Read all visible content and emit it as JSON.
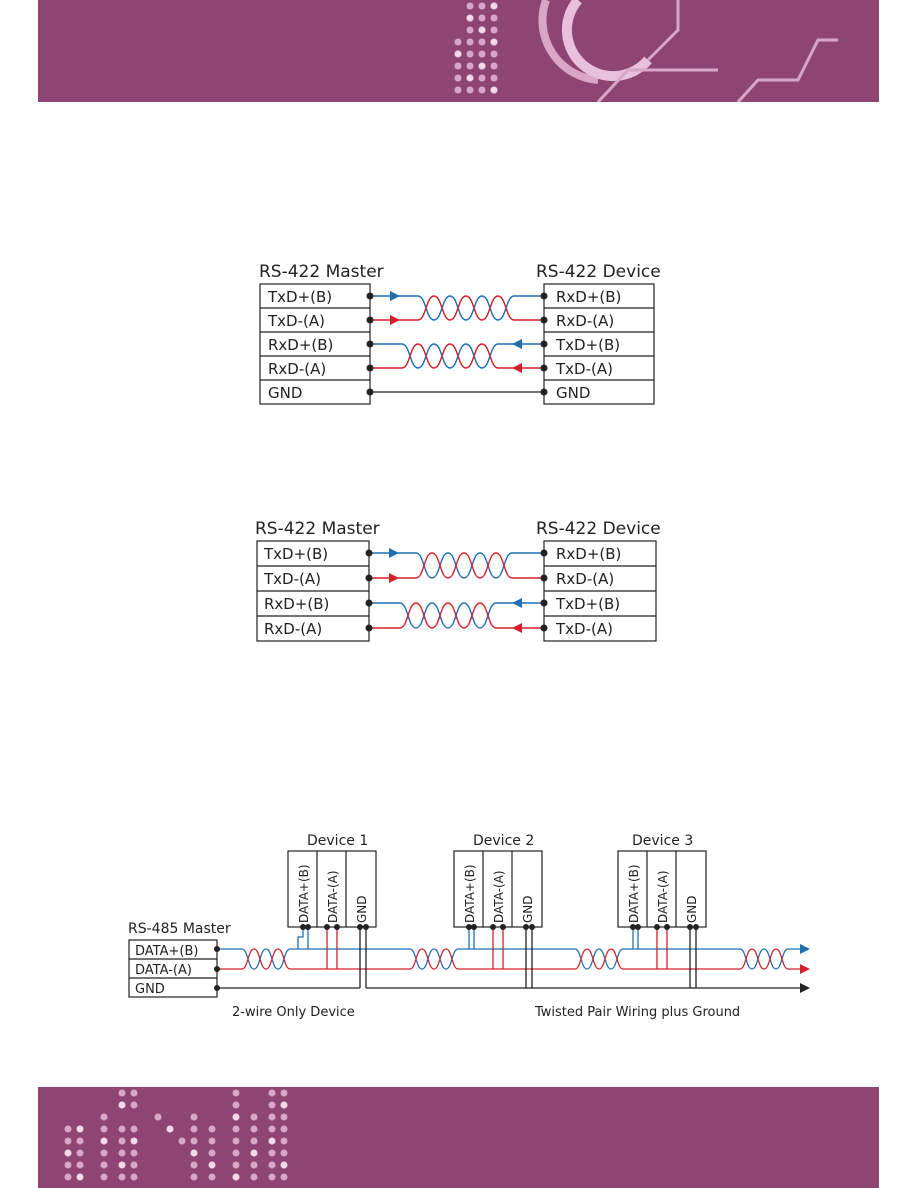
{
  "colors": {
    "band": "#8e4574",
    "data_plus_wire": "#1f6fb5",
    "data_minus_wire": "#d4202a",
    "ground_wire": "#222222",
    "dots": "#d9a6c8"
  },
  "rs422_5wire": {
    "master_title": "RS-422 Master",
    "device_title": "RS-422 Device",
    "master_pins": [
      "TxD+(B)",
      "TxD-(A)",
      "RxD+(B)",
      "RxD-(A)",
      "GND"
    ],
    "device_pins": [
      "RxD+(B)",
      "RxD-(A)",
      "TxD+(B)",
      "TxD-(A)",
      "GND"
    ]
  },
  "rs422_4wire": {
    "master_title": "RS-422 Master",
    "device_title": "RS-422 Device",
    "master_pins": [
      "TxD+(B)",
      "TxD-(A)",
      "RxD+(B)",
      "RxD-(A)"
    ],
    "device_pins": [
      "RxD+(B)",
      "RxD-(A)",
      "TxD+(B)",
      "TxD-(A)"
    ]
  },
  "rs485": {
    "master_title": "RS-485 Master",
    "master_pins": [
      "DATA+(B)",
      "DATA-(A)",
      "GND"
    ],
    "devices": [
      {
        "name": "Device 1",
        "pins": [
          "DATA+(B)",
          "DATA-(A)",
          "GND"
        ]
      },
      {
        "name": "Device 2",
        "pins": [
          "DATA+(B)",
          "DATA-(A)",
          "GND"
        ]
      },
      {
        "name": "Device 3",
        "pins": [
          "DATA+(B)",
          "DATA-(A)",
          "GND"
        ]
      }
    ],
    "caption_left": "2-wire Only Device",
    "caption_right": "Twisted Pair Wiring plus Ground"
  }
}
